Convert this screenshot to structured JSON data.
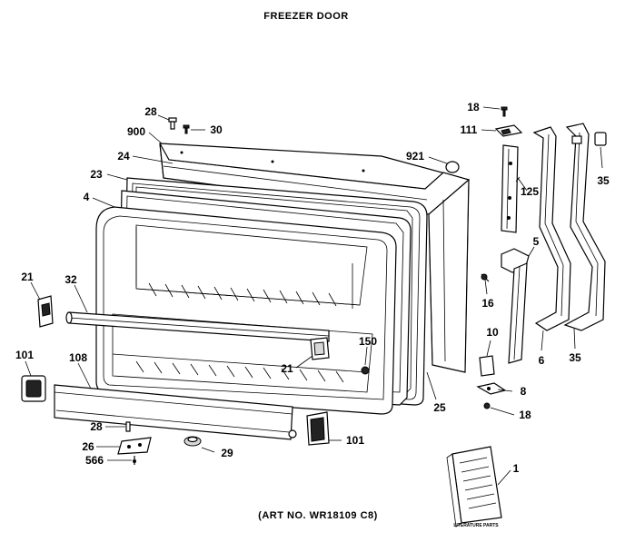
{
  "title": "FREEZER DOOR",
  "art_number": "(ART NO. WR18109 C8)",
  "literature_caption": "LITERATURE PARTS",
  "callouts": {
    "c28_top": "28",
    "c30": "30",
    "c900": "900",
    "c24": "24",
    "c23": "23",
    "c4": "4",
    "c921": "921",
    "c18_top": "18",
    "c111": "111",
    "c125": "125",
    "c35_top": "35",
    "c5": "5",
    "c16": "16",
    "c10": "10",
    "c6": "6",
    "c35_bottom": "35",
    "c8": "8",
    "c18_bottom": "18",
    "c25": "25",
    "c150": "150",
    "c21_left": "21",
    "c21_right": "21",
    "c32": "32",
    "c101_left": "101",
    "c108": "108",
    "c28_bottom": "28",
    "c26": "26",
    "c566": "566",
    "c29": "29",
    "c101_right": "101",
    "c1": "1"
  }
}
